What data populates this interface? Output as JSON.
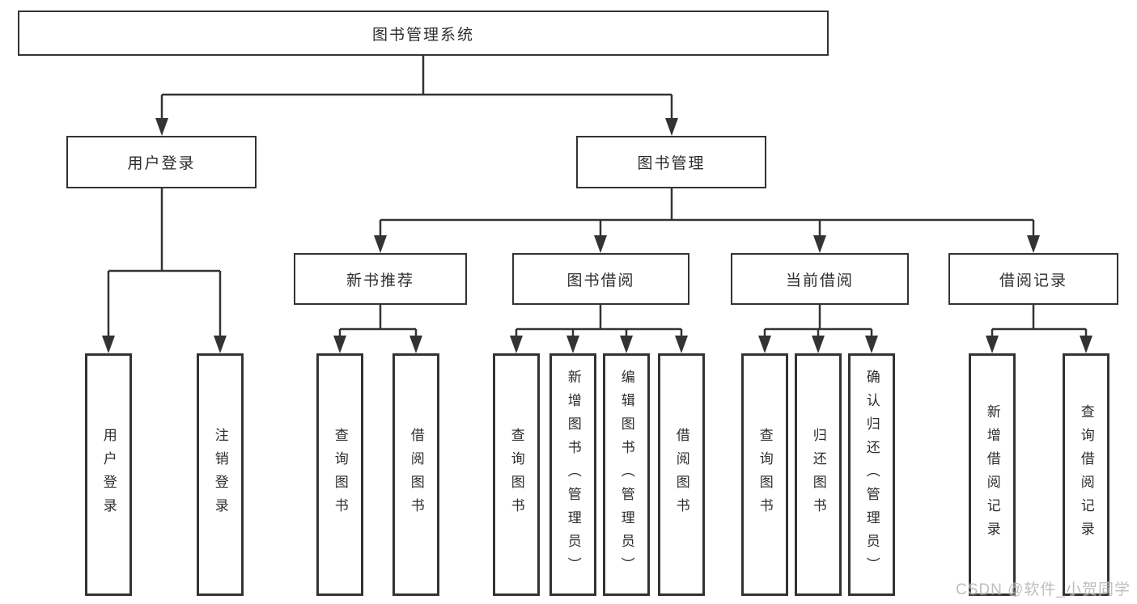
{
  "tree": {
    "label": "图书管理系统",
    "children": [
      {
        "label": "用户登录",
        "children": [
          {
            "label": "用户登录"
          },
          {
            "label": "注销登录"
          }
        ]
      },
      {
        "label": "图书管理",
        "children": [
          {
            "label": "新书推荐",
            "children": [
              {
                "label": "查询图书"
              },
              {
                "label": "借阅图书"
              }
            ]
          },
          {
            "label": "图书借阅",
            "children": [
              {
                "label": "查询图书"
              },
              {
                "label": "新增图书（管理员）"
              },
              {
                "label": "编辑图书（管理员）"
              },
              {
                "label": "借阅图书"
              }
            ]
          },
          {
            "label": "当前借阅",
            "children": [
              {
                "label": "查询图书"
              },
              {
                "label": "归还图书"
              },
              {
                "label": "确认归还（管理员）"
              }
            ]
          },
          {
            "label": "借阅记录",
            "children": [
              {
                "label": "新增借阅记录"
              },
              {
                "label": "查询借阅记录"
              }
            ]
          }
        ]
      }
    ]
  },
  "watermark": "CSDN @软件_小贺同学",
  "colors": {
    "line": "#333333",
    "box_border": "#333333",
    "text": "#2d2d2d",
    "watermark": "#b3b3b3",
    "background": "#ffffff"
  }
}
